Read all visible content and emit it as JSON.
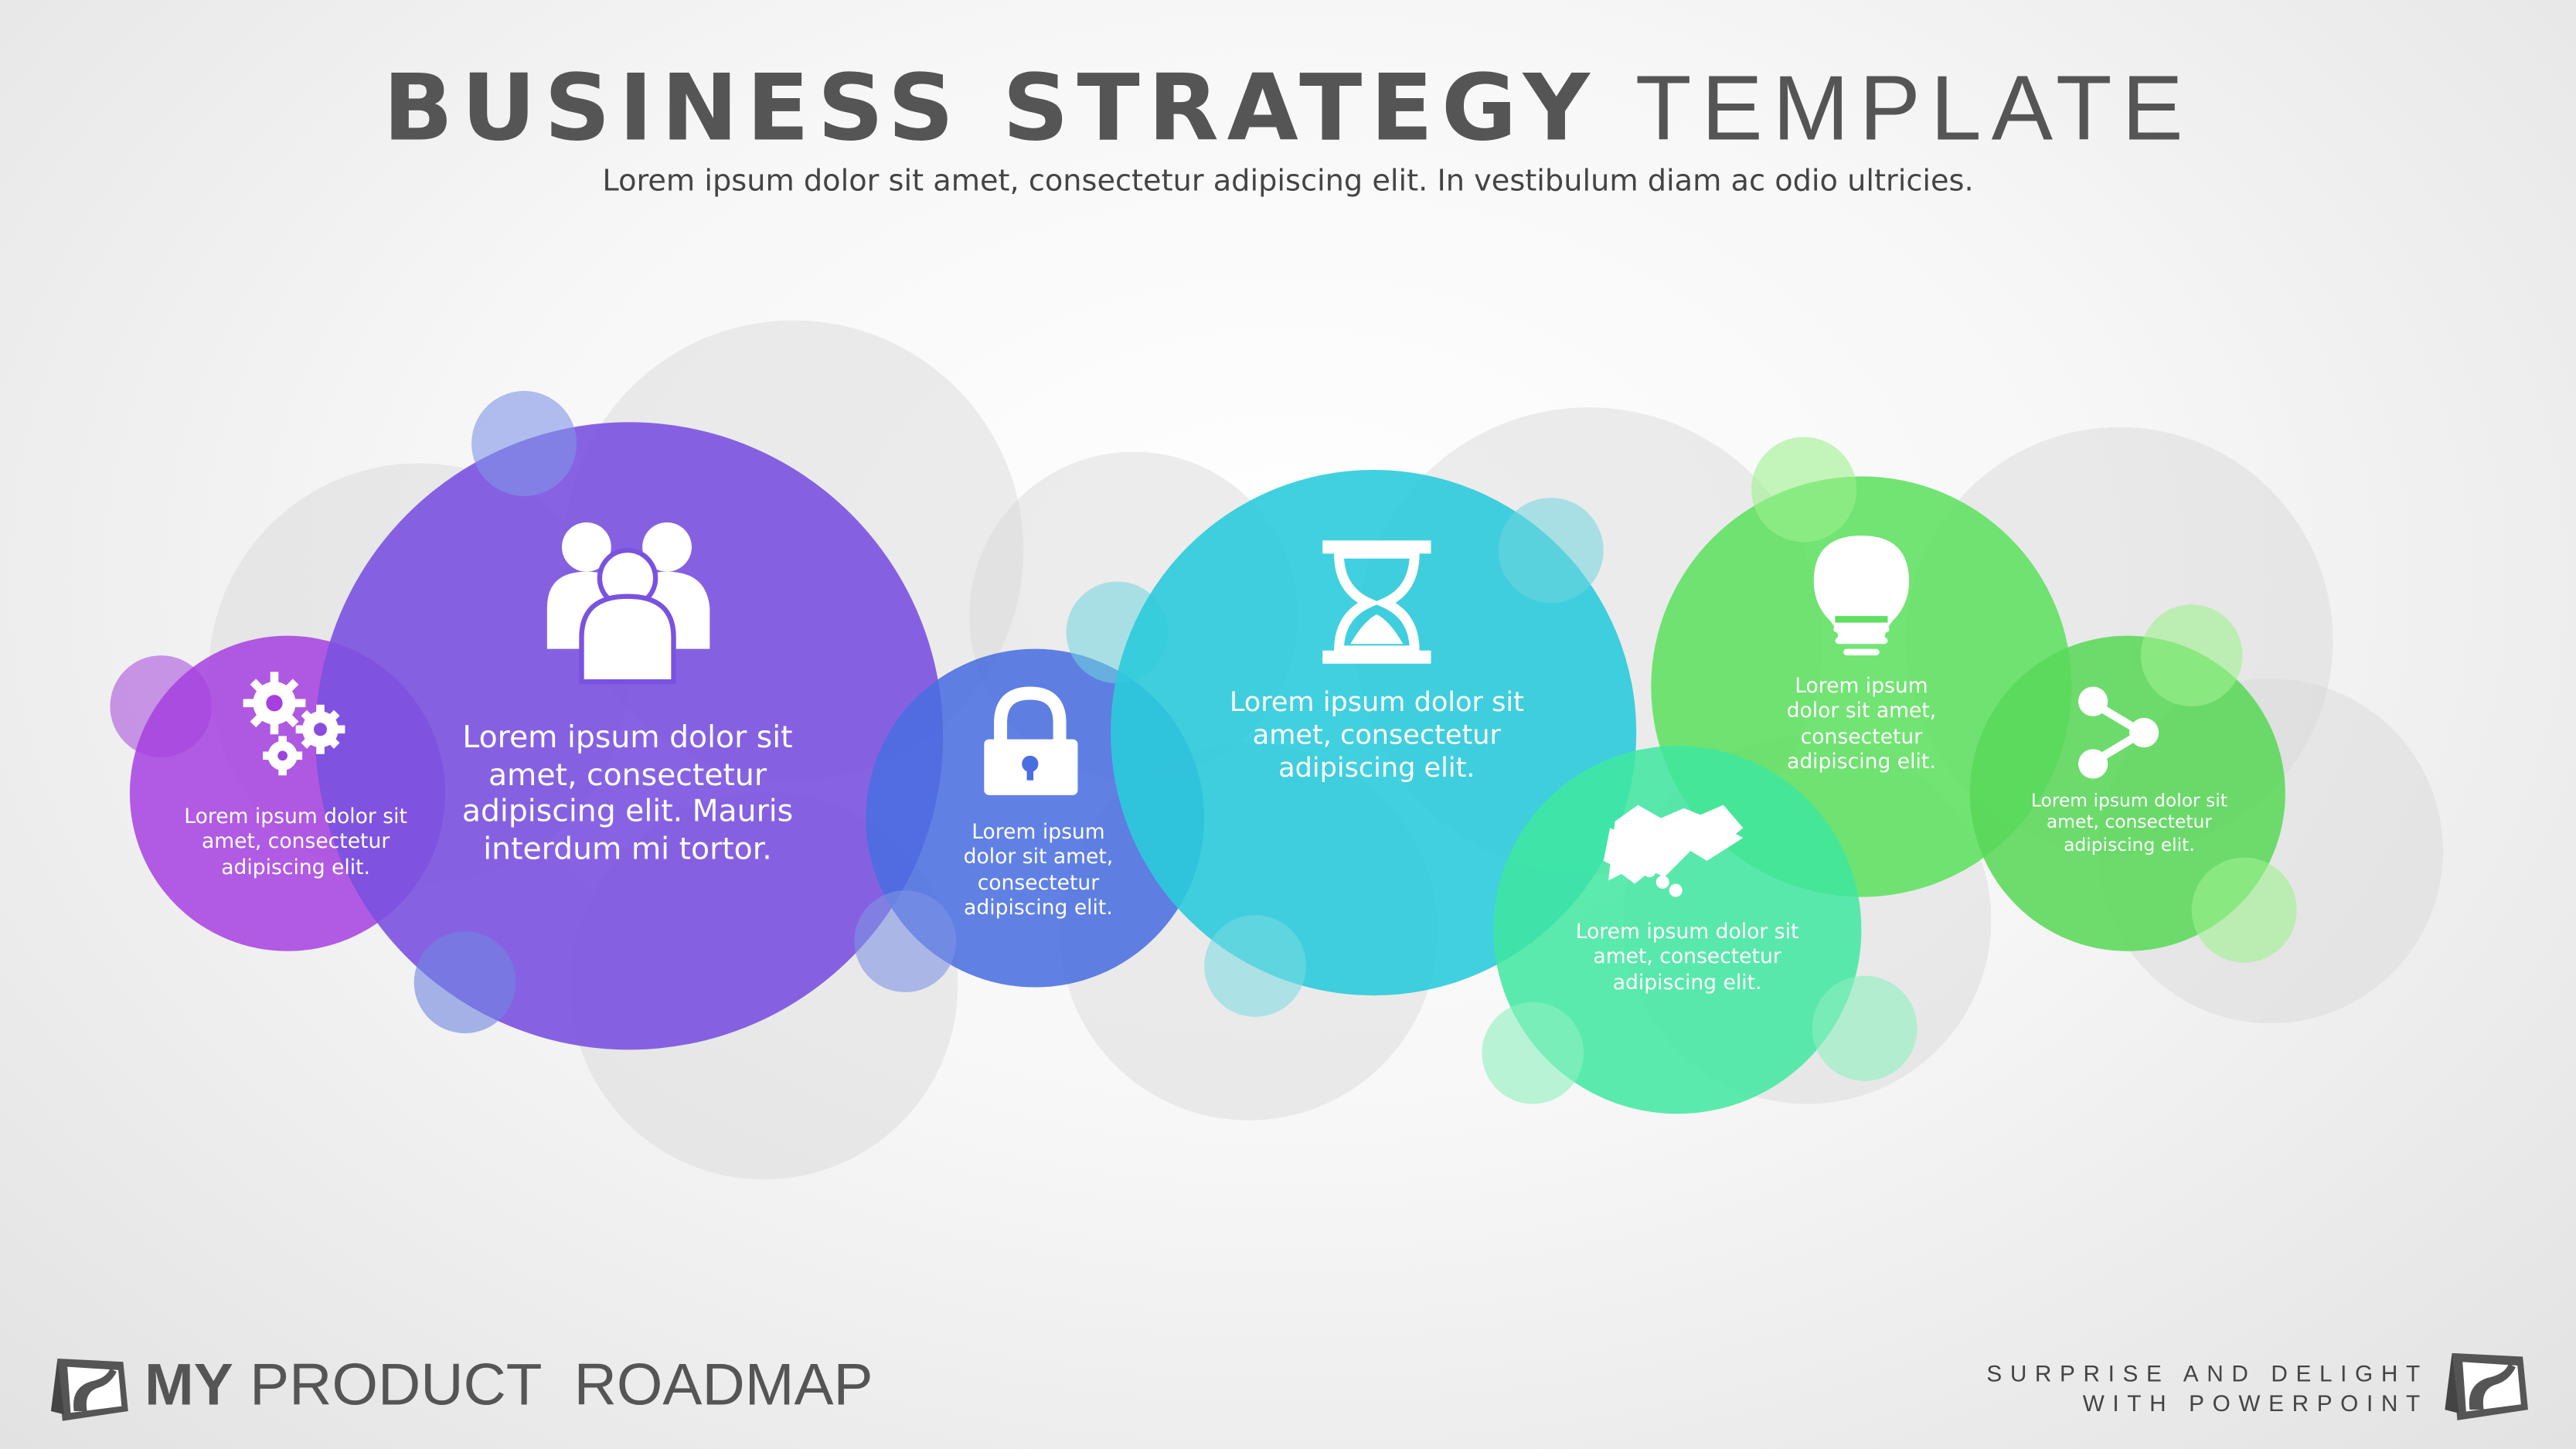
{
  "header": {
    "title_bold": "BUSINESS STRATEGY",
    "title_light": "TEMPLATE",
    "subtitle": "Lorem ipsum dolor sit amet, consectetur adipiscing elit. In vestibulum diam ac odio ultricies."
  },
  "items": [
    {
      "icon": "gears-icon",
      "text": "Lorem ipsum dolor sit amet, consectetur adipiscing elit.",
      "color": "#a63fe0"
    },
    {
      "icon": "people-icon",
      "text": "Lorem ipsum dolor sit amet, consectetur adipiscing elit. Mauris interdum mi tortor.",
      "color": "#7a52e0"
    },
    {
      "icon": "lock-icon",
      "text": "Lorem ipsum dolor sit amet, consectetur adipiscing elit.",
      "color": "#4a6ee0"
    },
    {
      "icon": "hourglass-icon",
      "text": "Lorem ipsum dolor sit amet, consectetur adipiscing elit.",
      "color": "#2ccbdc"
    },
    {
      "icon": "lightbulb-icon",
      "text": "Lorem ipsum dolor sit amet, consectetur adipiscing elit.",
      "color": "#5de060"
    },
    {
      "icon": "handshake-icon",
      "text": "Lorem ipsum dolor sit amet, consectetur adipiscing elit.",
      "color": "#40e8a0"
    },
    {
      "icon": "share-icon",
      "text": "Lorem ipsum dolor sit amet, consectetur adipiscing elit.",
      "color": "#5ad85a"
    }
  ],
  "footer": {
    "brand_bold": "MY",
    "brand_light": "PRODUCT  ROADMAP",
    "tagline_1": "SURPRISE AND DELIGHT",
    "tagline_2": "WITH POWERPOINT"
  }
}
